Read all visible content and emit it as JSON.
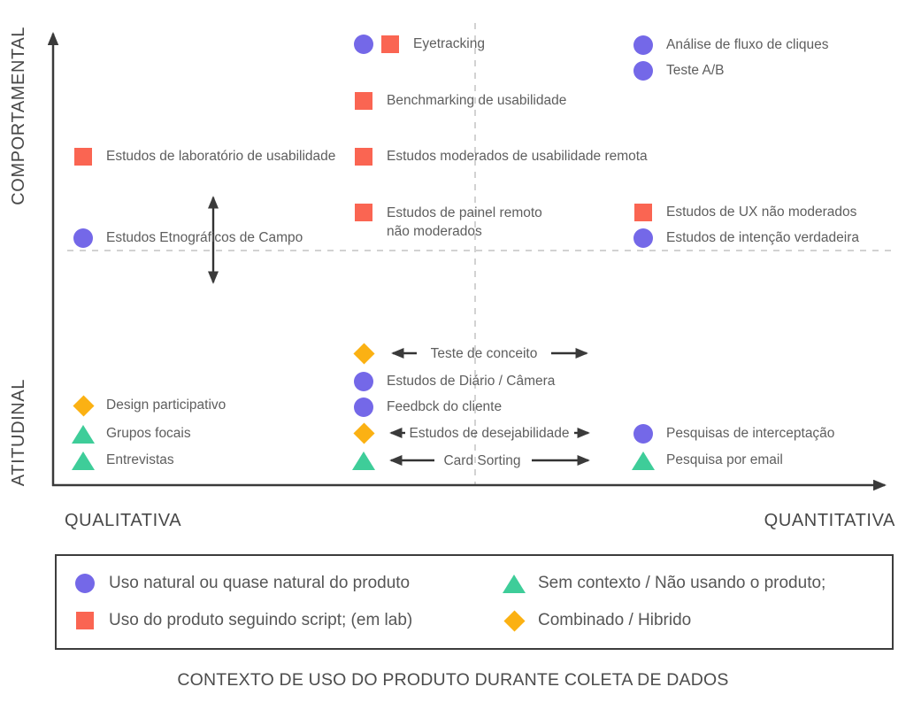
{
  "caption": "CONTEXTO DE USO  DO PRODUTO DURANTE COLETA DE DADOS",
  "colors": {
    "circle": "#7468e8",
    "square": "#fa6552",
    "triangle": "#3ecd99",
    "diamond": "#fbb113",
    "axis": "#3a3a3a",
    "dashed": "#d2d2d2",
    "text": "#5e5e5e"
  },
  "chart_data": {
    "type": "scatter",
    "x_axis": {
      "left_label": "QUALITATIVA",
      "right_label": "QUANTITATIVA"
    },
    "y_axis": {
      "top_label": "COMPORTAMENTAL",
      "bottom_label": "ATITUDINAL"
    },
    "grid": false,
    "quadrant_dividers": "dashed crosshair at center",
    "marker_meaning_note": "marker shape encodes context of product use during data collection",
    "points": [
      {
        "label": "Eyetracking",
        "markers": [
          "circle",
          "square"
        ],
        "x": 0.37,
        "y": 0.96
      },
      {
        "label": "Benchmarking de usabilidade",
        "markers": [
          "square"
        ],
        "x": 0.37,
        "y": 0.84
      },
      {
        "label": "Estudos de laboratório de usabilidade",
        "markers": [
          "square"
        ],
        "x": 0.04,
        "y": 0.72
      },
      {
        "label": "Estudos moderados de usabilidade remota",
        "markers": [
          "square"
        ],
        "x": 0.37,
        "y": 0.72
      },
      {
        "label": "Estudos de painel remoto não moderados",
        "markers": [
          "square"
        ],
        "x": 0.37,
        "y": 0.59
      },
      {
        "label": "Estudos de UX não moderados",
        "markers": [
          "square"
        ],
        "x": 0.7,
        "y": 0.59
      },
      {
        "label": "Estudos Etnográficos de Campo",
        "markers": [
          "circle"
        ],
        "x": 0.04,
        "y": 0.54
      },
      {
        "label": "Estudos de intenção verdadeira",
        "markers": [
          "circle"
        ],
        "x": 0.7,
        "y": 0.54
      },
      {
        "label": "Análise de fluxo de cliques",
        "markers": [
          "circle"
        ],
        "x": 0.7,
        "y": 0.96
      },
      {
        "label": "Teste A/B",
        "markers": [
          "circle"
        ],
        "x": 0.7,
        "y": 0.9
      },
      {
        "label": "Teste de conceito",
        "markers": [
          "diamond"
        ],
        "x": 0.37,
        "y": 0.29,
        "spread_arrows": true
      },
      {
        "label": "Estudos de Diário / Câmera",
        "markers": [
          "circle"
        ],
        "x": 0.37,
        "y": 0.23
      },
      {
        "label": "Feedbck do cliente",
        "markers": [
          "circle"
        ],
        "x": 0.37,
        "y": 0.17
      },
      {
        "label": "Design participativo",
        "markers": [
          "diamond"
        ],
        "x": 0.04,
        "y": 0.17
      },
      {
        "label": "Grupos focais",
        "markers": [
          "triangle"
        ],
        "x": 0.04,
        "y": 0.11
      },
      {
        "label": "Entrevistas",
        "markers": [
          "triangle"
        ],
        "x": 0.04,
        "y": 0.05
      },
      {
        "label": "Estudos de desejabilidade",
        "markers": [
          "diamond"
        ],
        "x": 0.37,
        "y": 0.11,
        "spread_arrows": true
      },
      {
        "label": "Card Sorting",
        "markers": [
          "triangle"
        ],
        "x": 0.37,
        "y": 0.05,
        "spread_arrows": true
      },
      {
        "label": "Pesquisas de interceptação",
        "markers": [
          "circle"
        ],
        "x": 0.7,
        "y": 0.11
      },
      {
        "label": "Pesquisa por email",
        "markers": [
          "triangle"
        ],
        "x": 0.7,
        "y": 0.05
      }
    ],
    "legend": [
      {
        "marker": "circle",
        "color": "#7468e8",
        "label": "Uso natural ou quase natural do produto"
      },
      {
        "marker": "square",
        "color": "#fa6552",
        "label": "Uso do produto seguindo script; (em lab)"
      },
      {
        "marker": "triangle",
        "color": "#3ecd99",
        "label": "Sem contexto / Não usando o produto;"
      },
      {
        "marker": "diamond",
        "color": "#fbb113",
        "label": "Combinado / Hibrido"
      }
    ],
    "legend_position": "boxed, below plot",
    "title": "CONTEXTO DE USO  DO PRODUTO DURANTE COLETA DE DADOS"
  }
}
